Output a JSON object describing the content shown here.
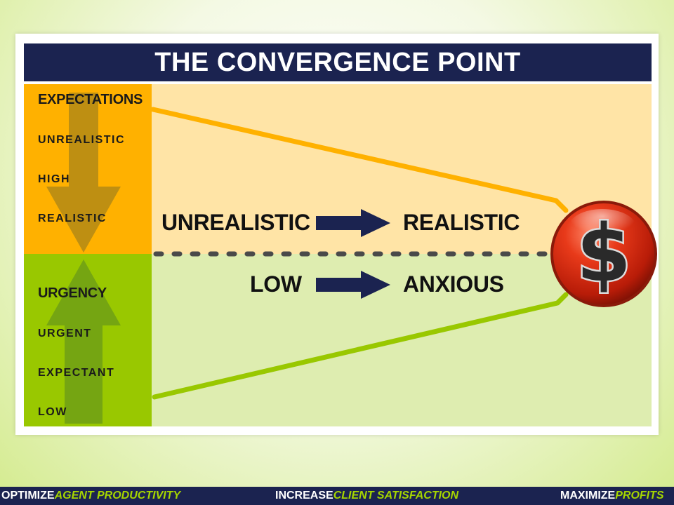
{
  "title": "THE CONVERGENCE POINT",
  "expectations": {
    "heading": "EXPECTATIONS",
    "levels": [
      "UNREALISTIC",
      "HIGH",
      "REALISTIC"
    ]
  },
  "urgency": {
    "heading": "URGENCY",
    "levels": [
      "URGENT",
      "EXPECTANT",
      "LOW"
    ]
  },
  "transitions": {
    "expectation_from": "UNREALISTIC",
    "expectation_to": "REALISTIC",
    "urgency_from": "LOW",
    "urgency_to": "ANXIOUS"
  },
  "coin_symbol": "$",
  "footer": {
    "left_a": "OPTIMIZE",
    "left_b": "AGENT PRODUCTIVITY",
    "mid_a": "INCREASE",
    "mid_b": "CLIENT SATISFACTION",
    "right_a": "MAXIMIZE",
    "right_b": "PROFITS"
  },
  "colors": {
    "navy": "#1b2350",
    "orange": "#ffb100",
    "green": "#99c800",
    "coin_red": "#d42a12"
  }
}
